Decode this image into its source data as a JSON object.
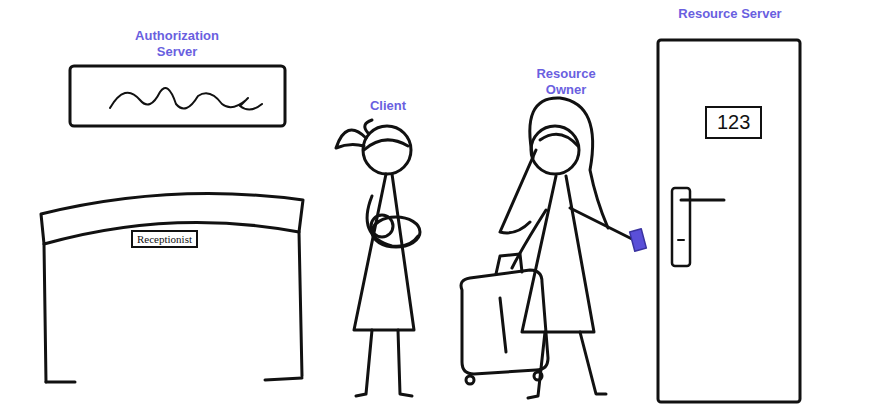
{
  "diagram": {
    "nodes": [
      {
        "text": [
          "Receptionist"
        ]
      },
      {
        "text": [
          "Resource Server"
        ]
      },
      {
        "text": [
          "123"
        ],
        "in": 1
      }
    ],
    "labels": [
      "Authorization Server",
      "Client",
      "Resource Owner"
    ]
  }
}
